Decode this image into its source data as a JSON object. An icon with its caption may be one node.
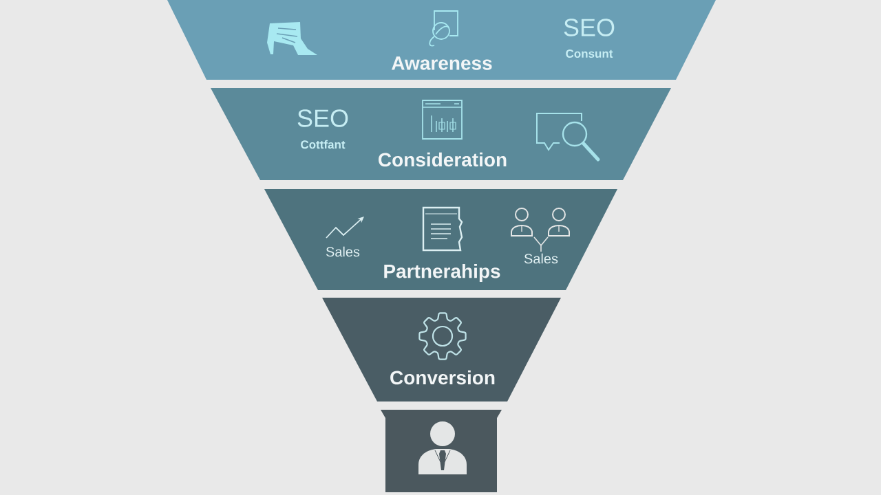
{
  "diagram": {
    "nodes": [
      {
        "text": [
          "SEO",
          "Consunt",
          "Awareness"
        ]
      },
      {
        "text": [
          "SEO",
          "Cottfant",
          "Consideration"
        ]
      },
      {
        "text": [
          "Sales",
          "Sales",
          "Partnerahips"
        ]
      },
      {
        "text": [
          "Conversion"
        ]
      },
      {
        "text": [],
        "shape": "box"
      }
    ]
  }
}
